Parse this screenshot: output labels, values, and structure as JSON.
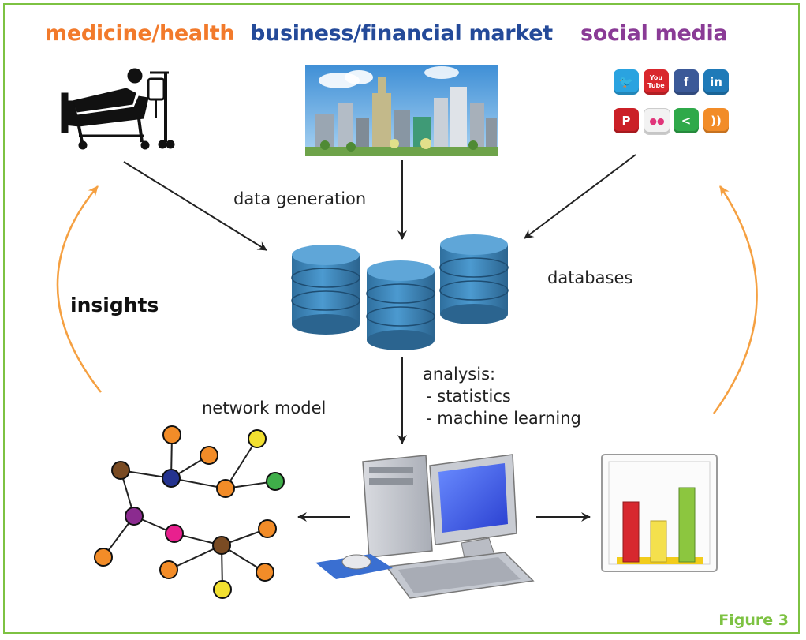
{
  "headings": {
    "medicine": "medicine/health",
    "business": "business/financial market",
    "social": "social media"
  },
  "labels": {
    "data_generation": "data generation",
    "databases": "databases",
    "insights": "insights",
    "analysis_title": "analysis:",
    "analysis_items": [
      "- statistics",
      "- machine learning"
    ],
    "network_model": "network model"
  },
  "social_icons": [
    {
      "name": "twitter-icon",
      "glyph": "🐦",
      "color": "#2aa3e0"
    },
    {
      "name": "youtube-icon",
      "glyph": "You\nTube",
      "color": "#d9272d"
    },
    {
      "name": "facebook-icon",
      "glyph": "f",
      "color": "#3b5998"
    },
    {
      "name": "linkedin-icon",
      "glyph": "in",
      "color": "#1f7ab8"
    },
    {
      "name": "pinterest-icon",
      "glyph": "P",
      "color": "#cb2027"
    },
    {
      "name": "flickr-icon",
      "glyph": "●●",
      "color": "#f2f2f2"
    },
    {
      "name": "share-icon",
      "glyph": "<",
      "color": "#2fa94a"
    },
    {
      "name": "rss-icon",
      "glyph": "))",
      "color": "#f28c28"
    }
  ],
  "figure_label": "Figure 3",
  "colors": {
    "frame": "#7dc242",
    "medicine": "#f27a2b",
    "business": "#244a99",
    "social": "#8a3b96",
    "insight_arrows": "#f5a041",
    "database": "#3b87bf"
  }
}
